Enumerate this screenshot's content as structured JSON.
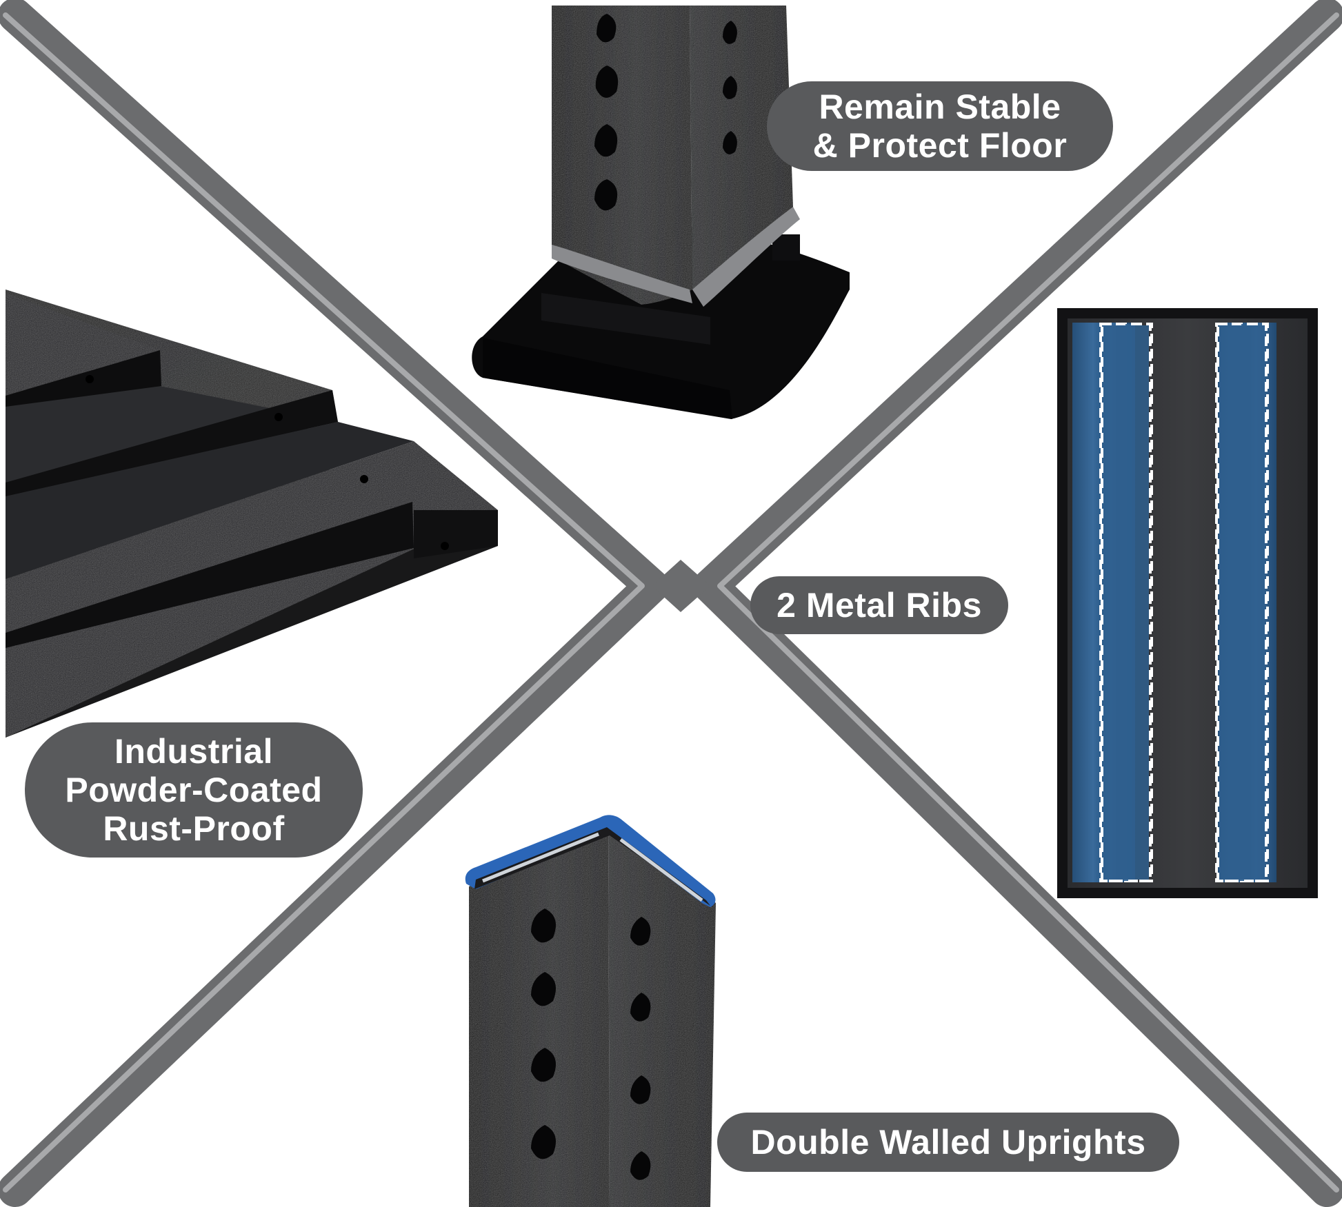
{
  "features": {
    "stable": {
      "line1": "Remain Stable",
      "line2": "& Protect Floor"
    },
    "ribs": {
      "text": "2 Metal Ribs"
    },
    "powder": {
      "line1": "Industrial",
      "line2": "Powder-Coated",
      "line3": "Rust-Proof"
    },
    "uprights": {
      "text": "Double Walled Uprights"
    }
  },
  "colors": {
    "divider": "#6b6c6e",
    "divider_highlight": "#a8a9ab",
    "label_bg": "#595a5c",
    "label_text": "#ffffff",
    "steel": "#141416",
    "rib_blue": "#2f5f8e",
    "rib_edge_blue": "#2b66b8"
  }
}
